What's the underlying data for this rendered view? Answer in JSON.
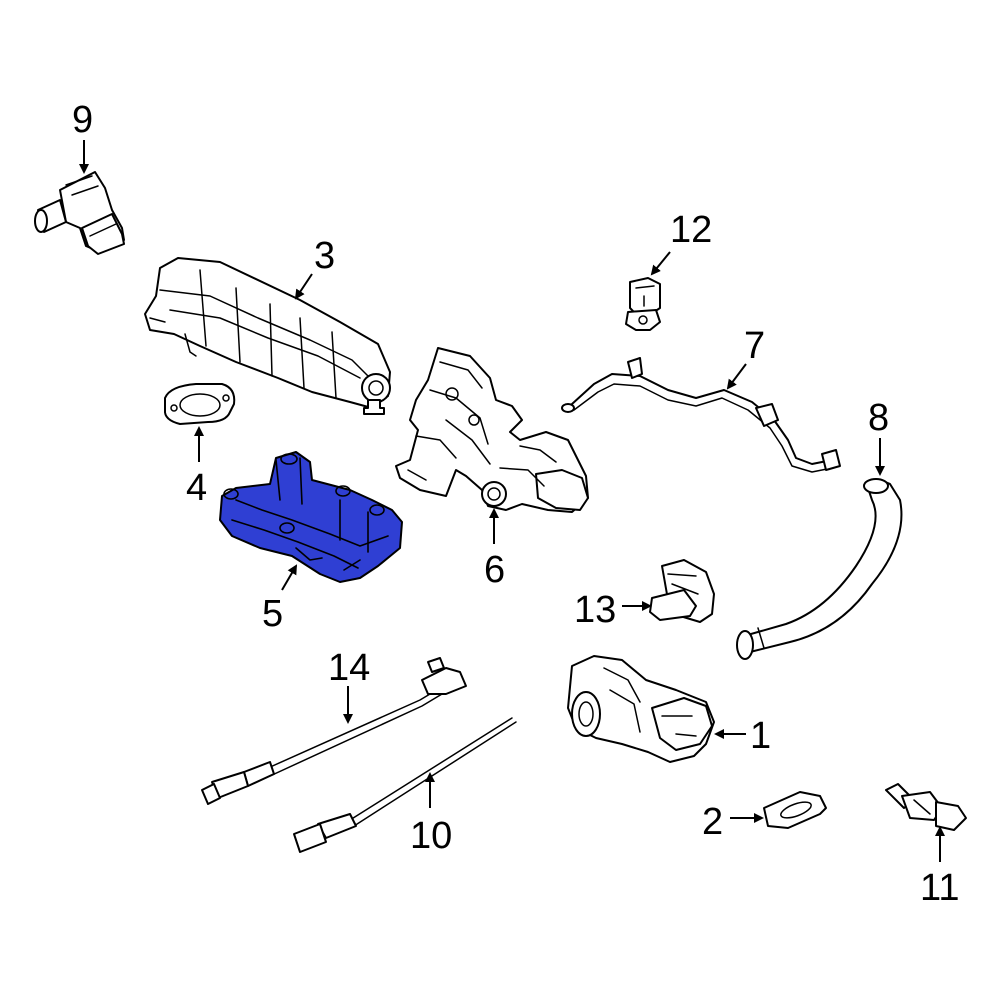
{
  "colors": {
    "highlight": "#2f3fd3",
    "line": "#000000",
    "background": "#ffffff"
  },
  "callouts": [
    {
      "id": "1",
      "label": "1"
    },
    {
      "id": "2",
      "label": "2"
    },
    {
      "id": "3",
      "label": "3"
    },
    {
      "id": "4",
      "label": "4"
    },
    {
      "id": "5",
      "label": "5"
    },
    {
      "id": "6",
      "label": "6"
    },
    {
      "id": "7",
      "label": "7"
    },
    {
      "id": "8",
      "label": "8"
    },
    {
      "id": "9",
      "label": "9"
    },
    {
      "id": "10",
      "label": "10"
    },
    {
      "id": "11",
      "label": "11"
    },
    {
      "id": "12",
      "label": "12"
    },
    {
      "id": "13",
      "label": "13"
    },
    {
      "id": "14",
      "label": "14"
    }
  ],
  "highlighted_part": "5"
}
